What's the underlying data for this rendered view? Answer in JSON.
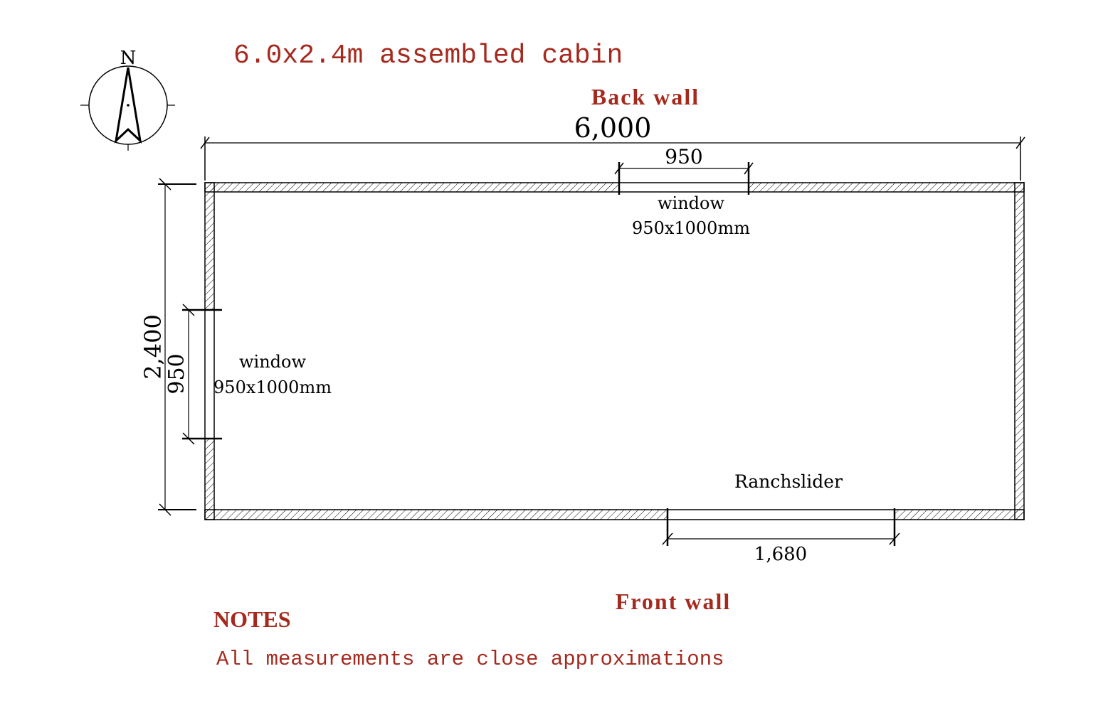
{
  "title": "6.0x2.4m assembled cabin",
  "compass": {
    "letter": "N",
    "icon": "north-arrow-icon"
  },
  "walls": {
    "back": "Back wall",
    "front": "Front wall"
  },
  "dimensions": {
    "overall_length": "6,000",
    "overall_width": "2,400",
    "back_window_width": "950",
    "side_window_width": "950",
    "ranchslider_width": "1,680"
  },
  "openings": {
    "back_window": {
      "label": "window",
      "size": "950x1000mm"
    },
    "side_window": {
      "label": "window",
      "size": "950x1000mm"
    },
    "ranchslider": {
      "label": "Ranchslider"
    }
  },
  "notes": {
    "heading": "NOTES",
    "text": "All measurements are close approximations"
  },
  "colors": {
    "accent": "#a52a1e",
    "line": "#000000"
  }
}
